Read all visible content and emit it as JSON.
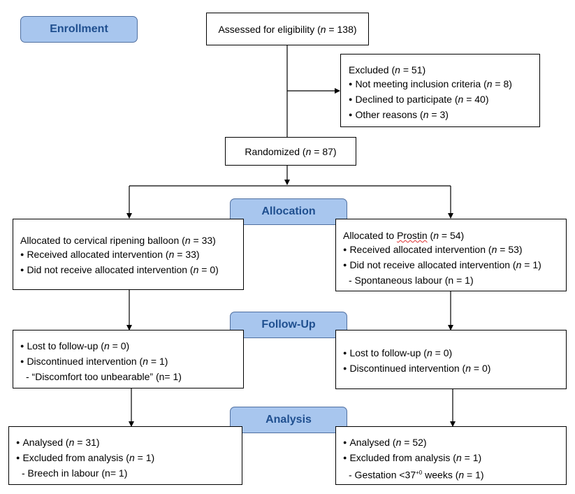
{
  "stages": {
    "enrollment": "Enrollment",
    "allocation": "Allocation",
    "follow_up": "Follow-Up",
    "analysis": "Analysis"
  },
  "assessed": {
    "text": "Assessed for eligibility (",
    "n": "n",
    "rest": " = 138)"
  },
  "excluded": {
    "title": [
      "Excluded (",
      "n",
      " = 51)"
    ],
    "items": [
      [
        "Not meeting inclusion criteria (",
        "n",
        " = 8)"
      ],
      [
        "Declined to participate (",
        "n",
        " = 40)"
      ],
      [
        "Other reasons (",
        "n",
        " = 3)"
      ]
    ]
  },
  "randomized": [
    "Randomized (",
    "n",
    " = 87)"
  ],
  "left": {
    "allocated": [
      "Allocated to cervical ripening balloon (",
      "n",
      " = 33)"
    ],
    "received": [
      "Received allocated intervention (",
      "n",
      " = 33)"
    ],
    "not_received": [
      "Did not receive allocated intervention (",
      "n",
      " = 0)"
    ],
    "lost": [
      "Lost to follow-up (",
      "n",
      " = 0)"
    ],
    "discontinued": [
      "Discontinued intervention (",
      "n",
      " = 1)"
    ],
    "discontinued_reason": "- “Discomfort too unbearable” (n= 1)",
    "analysed": [
      "Analysed (",
      "n",
      " = 31)"
    ],
    "excluded_analysis": [
      "Excluded from analysis (",
      "n",
      " = 1)"
    ],
    "excluded_reason": "- Breech in labour (n= 1)"
  },
  "right": {
    "allocated_prefix": "Allocated to ",
    "allocated_drug": "Prostin",
    "allocated_suffix": [
      "(",
      "n",
      " = 54)"
    ],
    "received": [
      "Received allocated intervention (",
      "n",
      " = 53)"
    ],
    "not_received": [
      "Did not receive allocated intervention (",
      "n",
      " = 1)"
    ],
    "not_received_reason": "- Spontaneous labour (n = 1)",
    "lost": [
      "Lost to follow-up (",
      "n",
      " = 0)"
    ],
    "discontinued": [
      "Discontinued intervention (",
      "n",
      " = 0)"
    ],
    "analysed": [
      "Analysed (",
      "n",
      " = 52)"
    ],
    "excluded_analysis": [
      "Excluded from analysis (",
      "n",
      " = 1)"
    ],
    "excluded_reason_prefix": "- Gestation <37",
    "excluded_reason_sup": "+0",
    "excluded_reason_suffix": " weeks (",
    "excluded_reason_n": "n",
    "excluded_reason_end": " = 1)"
  },
  "colors": {
    "stage_fill": "#a8c6ee",
    "stage_text": "#1f4f8f",
    "stage_border": "#4f6fa0",
    "lines": "#000000"
  }
}
